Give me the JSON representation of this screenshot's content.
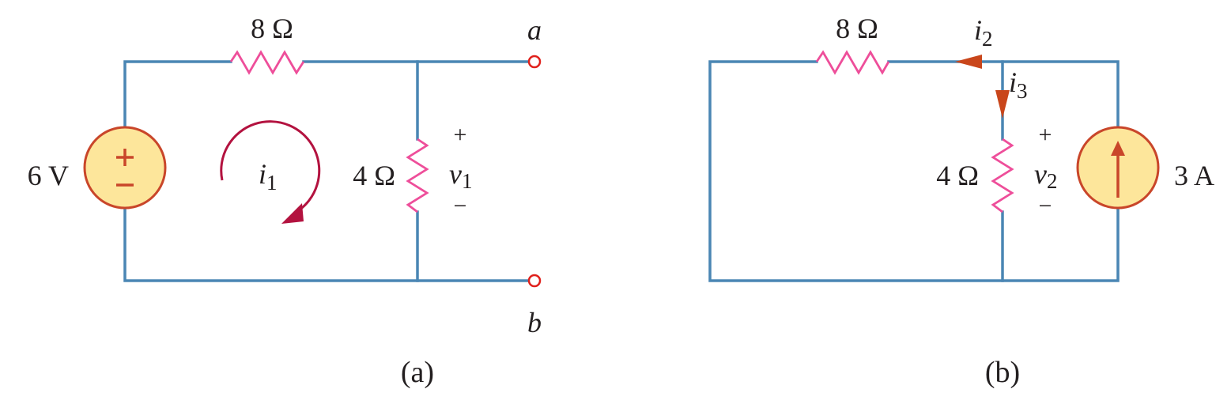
{
  "circuit_a": {
    "resistor_top_label": "8 Ω",
    "resistor_shunt_label": "4 Ω",
    "source_label": "6 V",
    "terminal_a_label": "a",
    "terminal_b_label": "b",
    "mesh_current_symbol": "i",
    "mesh_current_subscript": "1",
    "voltage_symbol": "v",
    "voltage_subscript": "1",
    "plus_sign": "+",
    "minus_sign": "−",
    "caption": "(a)"
  },
  "circuit_b": {
    "resistor_top_label": "8 Ω",
    "resistor_shunt_label": "4 Ω",
    "source_label": "3 A",
    "current_top_symbol": "i",
    "current_top_subscript": "2",
    "current_shunt_symbol": "i",
    "current_shunt_subscript": "3",
    "voltage_symbol": "v",
    "voltage_subscript": "2",
    "plus_sign": "+",
    "minus_sign": "−",
    "caption": "(b)"
  },
  "colors": {
    "wire": "#4a86b4",
    "resistor": "#ee4e9a",
    "source_fill": "#fde69b",
    "source_stroke": "#c9462a",
    "mesh_arrow": "#b3123f",
    "current_arrow": "#c9461b",
    "terminal": "#e0201b"
  }
}
